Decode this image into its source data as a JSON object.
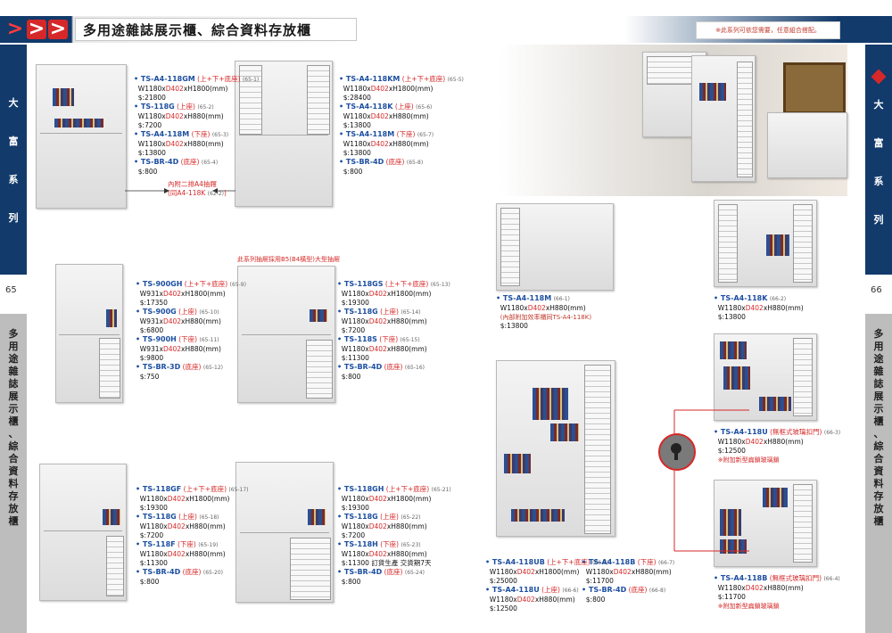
{
  "header": {
    "title": "多用途雜誌展示櫃、綜合資料存放櫃",
    "note": "※此系列可依您需要，任意組合搭配。",
    "chevrons": [
      ">",
      ">",
      ">"
    ]
  },
  "left_side": {
    "series_chars": [
      "大",
      "富",
      "系",
      "列"
    ],
    "page_number": "65",
    "category_chars": [
      "多",
      "用",
      "途",
      "雜",
      "誌",
      "展",
      "示",
      "櫃",
      "、",
      "綜",
      "合",
      "資",
      "料",
      "存",
      "放",
      "櫃"
    ]
  },
  "right_side": {
    "series_chars": [
      "大",
      "富",
      "系",
      "列"
    ],
    "page_number": "66",
    "category_chars": [
      "多",
      "用",
      "途",
      "雜",
      "誌",
      "展",
      "示",
      "櫃",
      "、",
      "綜",
      "合",
      "資",
      "料",
      "存",
      "放",
      "櫃"
    ]
  },
  "annotations": {
    "callout_line1": "內附二排A4抽屜",
    "callout_line2": "(同A4-118K",
    "callout_ref": "(62-2)",
    "callout_close": ")",
    "b5_note": "此系列抽屜採用B5(B4橫型)大型抽屜"
  },
  "specs": [
    {
      "id": "ts-a4-118gm-group",
      "items": [
        {
          "model": "TS-A4-118GM",
          "tag": "(上+下+底座)",
          "ref": "(65-1)",
          "dim_w": "W1180x",
          "dim_d": "D402",
          "dim_h": "xH1800(mm)",
          "price": "$:21800"
        },
        {
          "model": "TS-118G",
          "tag": "(上座)",
          "ref": "(65-2)",
          "dim_w": "W1180x",
          "dim_d": "D402",
          "dim_h": "xH880(mm)",
          "price": "$:7200"
        },
        {
          "model": "TS-A4-118M",
          "tag": "(下座)",
          "ref": "(65-3)",
          "dim_w": "W1180x",
          "dim_d": "D402",
          "dim_h": "xH880(mm)",
          "price": "$:13800"
        },
        {
          "model": "TS-BR-4D",
          "tag": "(底座)",
          "ref": "(65-4)",
          "dim_w": "",
          "dim_d": "",
          "dim_h": "",
          "price": "$:800"
        }
      ]
    },
    {
      "id": "ts-a4-118km-group",
      "items": [
        {
          "model": "TS-A4-118KM",
          "tag": "(上+下+底座)",
          "ref": "(65-5)",
          "dim_w": "W1180x",
          "dim_d": "D402",
          "dim_h": "xH1800(mm)",
          "price": "$:28400"
        },
        {
          "model": "TS-A4-118K",
          "tag": "(上座)",
          "ref": "(65-6)",
          "dim_w": "W1180x",
          "dim_d": "D402",
          "dim_h": "xH880(mm)",
          "price": "$:13800"
        },
        {
          "model": "TS-A4-118M",
          "tag": "(下座)",
          "ref": "(65-7)",
          "dim_w": "W1180x",
          "dim_d": "D402",
          "dim_h": "xH880(mm)",
          "price": "$:13800"
        },
        {
          "model": "TS-BR-4D",
          "tag": "(底座)",
          "ref": "(65-8)",
          "dim_w": "",
          "dim_d": "",
          "dim_h": "",
          "price": "$:800"
        }
      ]
    },
    {
      "id": "ts-900gh-group",
      "items": [
        {
          "model": "TS-900GH",
          "tag": "(上+下+底座)",
          "ref": "(65-9)",
          "dim_w": "W931x",
          "dim_d": "D402",
          "dim_h": "xH1800(mm)",
          "price": "$:17350"
        },
        {
          "model": "TS-900G",
          "tag": "(上座)",
          "ref": "(65-10)",
          "dim_w": "W931x",
          "dim_d": "D402",
          "dim_h": "xH880(mm)",
          "price": "$:6800"
        },
        {
          "model": "TS-900H",
          "tag": "(下座)",
          "ref": "(65-11)",
          "dim_w": "W931x",
          "dim_d": "D402",
          "dim_h": "xH880(mm)",
          "price": "$:9800"
        },
        {
          "model": "TS-BR-3D",
          "tag": "(底座)",
          "ref": "(65-12)",
          "dim_w": "",
          "dim_d": "",
          "dim_h": "",
          "price": "$:750"
        }
      ]
    },
    {
      "id": "ts-118gs-group",
      "items": [
        {
          "model": "TS-118GS",
          "tag": "(上+下+底座)",
          "ref": "(65-13)",
          "dim_w": "W1180x",
          "dim_d": "D402",
          "dim_h": "xH1800(mm)",
          "price": "$:19300"
        },
        {
          "model": "TS-118G",
          "tag": "(上座)",
          "ref": "(65-14)",
          "dim_w": "W1180x",
          "dim_d": "D402",
          "dim_h": "xH880(mm)",
          "price": "$:7200"
        },
        {
          "model": "TS-118S",
          "tag": "(下座)",
          "ref": "(65-15)",
          "dim_w": "W1180x",
          "dim_d": "D402",
          "dim_h": "xH880(mm)",
          "price": "$:11300"
        },
        {
          "model": "TS-BR-4D",
          "tag": "(底座)",
          "ref": "(65-16)",
          "dim_w": "",
          "dim_d": "",
          "dim_h": "",
          "price": "$:800"
        }
      ]
    },
    {
      "id": "ts-118gf-group",
      "items": [
        {
          "model": "TS-118GF",
          "tag": "(上+下+底座)",
          "ref": "(65-17)",
          "dim_w": "W1180x",
          "dim_d": "D402",
          "dim_h": "xH1800(mm)",
          "price": "$:19300"
        },
        {
          "model": "TS-118G",
          "tag": "(上座)",
          "ref": "(65-18)",
          "dim_w": "W1180x",
          "dim_d": "D402",
          "dim_h": "xH880(mm)",
          "price": "$:7200"
        },
        {
          "model": "TS-118F",
          "tag": "(下座)",
          "ref": "(65-19)",
          "dim_w": "W1180x",
          "dim_d": "D402",
          "dim_h": "xH880(mm)",
          "price": "$:11300"
        },
        {
          "model": "TS-BR-4D",
          "tag": "(底座)",
          "ref": "(65-20)",
          "dim_w": "",
          "dim_d": "",
          "dim_h": "",
          "price": "$:800"
        }
      ]
    },
    {
      "id": "ts-118gh-group",
      "items": [
        {
          "model": "TS-118GH",
          "tag": "(上+下+底座)",
          "ref": "(65-21)",
          "dim_w": "W1180x",
          "dim_d": "D402",
          "dim_h": "xH1800(mm)",
          "price": "$:19300"
        },
        {
          "model": "TS-118G",
          "tag": "(上座)",
          "ref": "(65-22)",
          "dim_w": "W1180x",
          "dim_d": "D402",
          "dim_h": "xH880(mm)",
          "price": "$:7200"
        },
        {
          "model": "TS-118H",
          "tag": "(下座)",
          "ref": "(65-23)",
          "dim_w": "W1180x",
          "dim_d": "D402",
          "dim_h": "xH880(mm)",
          "price": "$:11300 訂貨生產 交貨期7天"
        },
        {
          "model": "TS-BR-4D",
          "tag": "(底座)",
          "ref": "(65-24)",
          "dim_w": "",
          "dim_d": "",
          "dim_h": "",
          "price": "$:800"
        }
      ]
    },
    {
      "id": "ts-a4-118m-p66",
      "items": [
        {
          "model": "TS-A4-118M",
          "tag": "",
          "ref": "(66-1)",
          "dim_w": "W1180x",
          "dim_d": "D402",
          "dim_h": "xH880(mm)",
          "price": "$:13800",
          "note": "(內部附加效率櫃同TS-A4-118K)"
        }
      ]
    },
    {
      "id": "ts-a4-118k-p66",
      "items": [
        {
          "model": "TS-A4-118K",
          "tag": "",
          "ref": "(66-2)",
          "dim_w": "W1180x",
          "dim_d": "D402",
          "dim_h": "xH880(mm)",
          "price": "$:13800"
        }
      ]
    },
    {
      "id": "ts-a4-118u-lock",
      "items": [
        {
          "model": "TS-A4-118U",
          "tag": "(無框式玻璃扣門)",
          "ref": "(66-3)",
          "dim_w": "W1180x",
          "dim_d": "D402",
          "dim_h": "xH880(mm)",
          "price": "$:12500",
          "red": "※附加新型扁鎖玻璃鎖"
        }
      ]
    },
    {
      "id": "ts-a4-118ub-group",
      "items": [
        {
          "model": "TS-A4-118UB",
          "tag": "(上+下+底座)",
          "ref": "(66-5)",
          "dim_w": "W1180x",
          "dim_d": "D402",
          "dim_h": "xH1800(mm)",
          "price": "$:25000"
        },
        {
          "model": "TS-A4-118U",
          "tag": "(上座)",
          "ref": "(66-6)",
          "dim_w": "W1180x",
          "dim_d": "D402",
          "dim_h": "xH880(mm)",
          "price": "$:12500"
        }
      ]
    },
    {
      "id": "ts-a4-118b-group",
      "items": [
        {
          "model": "TS-A4-118B",
          "tag": "(下座)",
          "ref": "(66-7)",
          "dim_w": "W1180x",
          "dim_d": "D402",
          "dim_h": "xH880(mm)",
          "price": "$:11700"
        },
        {
          "model": "TS-BR-4D",
          "tag": "(底座)",
          "ref": "(66-8)",
          "dim_w": "",
          "dim_d": "",
          "dim_h": "",
          "price": "$:800"
        }
      ]
    },
    {
      "id": "ts-a4-118b-single",
      "items": [
        {
          "model": "TS-A4-118B",
          "tag": "(無框式玻璃扣門)",
          "ref": "(66-4)",
          "dim_w": "W1180x",
          "dim_d": "D402",
          "dim_h": "xH880(mm)",
          "price": "$:11700",
          "red": "※附加新型扁鎖玻璃鎖"
        }
      ]
    }
  ],
  "colors": {
    "navy": "#123a6b",
    "red": "#d62828",
    "model_blue": "#1d4fa0",
    "gray": "#bdbdbd"
  },
  "icons": {
    "chevron": "double-chevron-right",
    "lock": "round-key-lock"
  }
}
